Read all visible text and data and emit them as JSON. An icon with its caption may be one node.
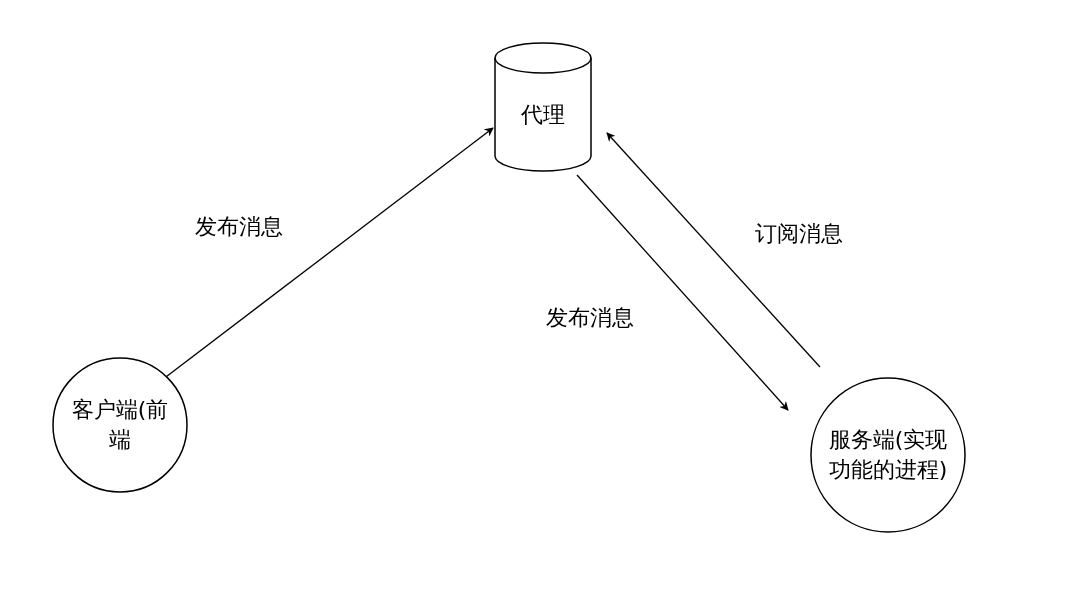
{
  "diagram": {
    "nodes": [
      {
        "text": [
          "代理"
        ]
      },
      {
        "text": [
          "客户端(前端"
        ]
      },
      {
        "text": [
          "服务端(实现功能的进程)"
        ]
      }
    ],
    "edges": [
      {
        "from": 1,
        "to": 0,
        "arrow": "to",
        "label": "发布消息"
      },
      {
        "from": 0,
        "to": 2,
        "arrow": "to",
        "label": "发布消息"
      },
      {
        "from": 2,
        "to": 0,
        "arrow": "to",
        "label": "订阅消息"
      }
    ]
  }
}
